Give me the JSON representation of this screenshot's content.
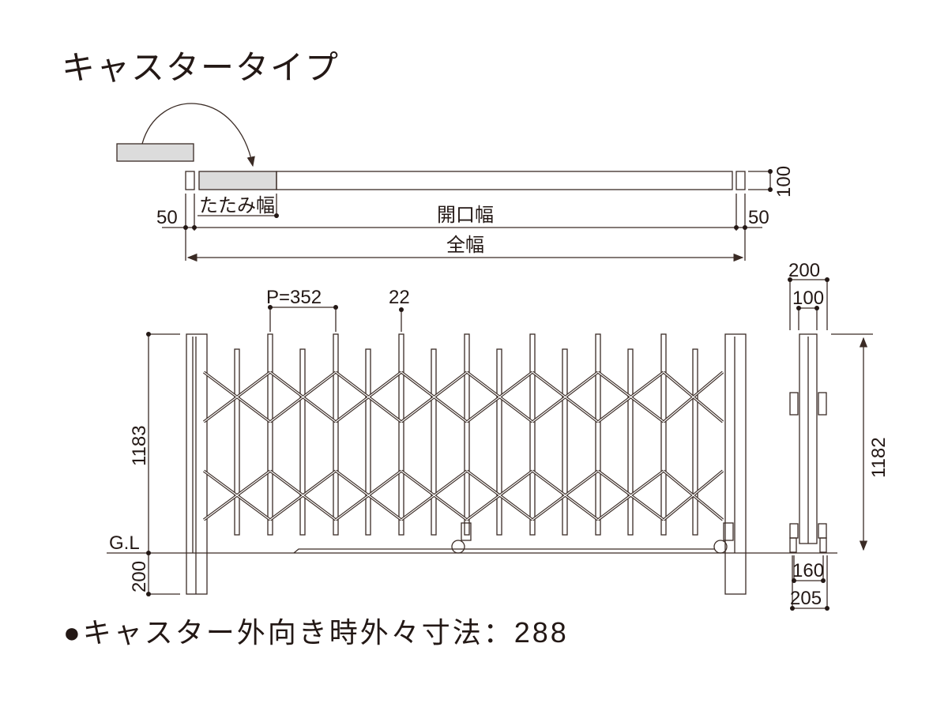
{
  "title": "キャスタータイプ",
  "plan_view": {
    "fold_width_label": "たたみ幅",
    "opening_width_label": "開口幅",
    "total_width_label": "全幅",
    "left_margin": "50",
    "right_margin": "50",
    "depth": "100"
  },
  "front_view": {
    "pitch_label": "P=352",
    "bar_width": "22",
    "height_left": "1183",
    "ground_label": "G.L",
    "below_ground": "200"
  },
  "side_view": {
    "top_outer": "200",
    "top_inner": "100",
    "height": "1182",
    "caster_inner": "160",
    "caster_outer": "205"
  },
  "note": {
    "bullet": "●",
    "text": "キャスター外向き時外々寸法：288"
  },
  "colors": {
    "line": "#3a2b25",
    "fill_grey": "#dcdcdc",
    "text": "#231815"
  }
}
